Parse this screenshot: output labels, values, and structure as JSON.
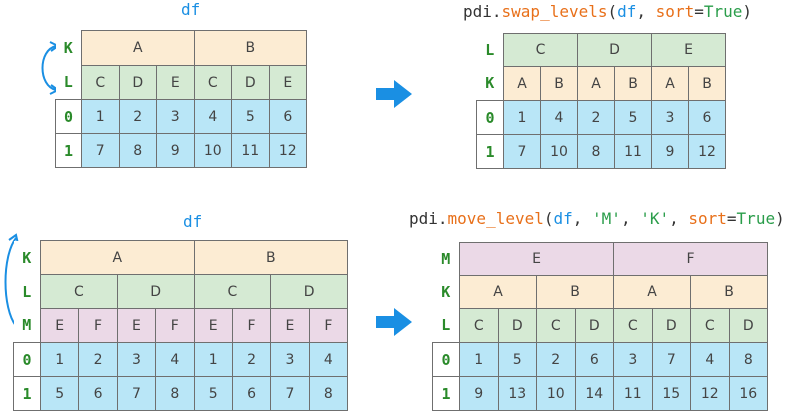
{
  "colors": {
    "header_orange": "#fcecd3",
    "header_green": "#d5ead3",
    "header_pink": "#ebd9e7",
    "data_blue": "#b9e6f7",
    "level_label_green": "#2a8a2a",
    "arrow_blue": "#1a8fe3",
    "code_blue": "#1a8fe3",
    "code_orange": "#e8701a",
    "code_green": "#2a9d4a"
  },
  "icons": {
    "top_swap_arrow": "curved-double-arrow-icon",
    "bottom_move_arrow": "curved-up-arrow-icon",
    "transform_arrow": "right-arrow-icon"
  },
  "top": {
    "left": {
      "caption": "df",
      "level_labels": [
        "K",
        "L"
      ],
      "header_rows": [
        [
          "A",
          "B"
        ],
        [
          "C",
          "D",
          "E",
          "C",
          "D",
          "E"
        ]
      ],
      "index": [
        "0",
        "1"
      ],
      "rows": [
        [
          "1",
          "2",
          "3",
          "4",
          "5",
          "6"
        ],
        [
          "7",
          "8",
          "9",
          "10",
          "11",
          "12"
        ]
      ]
    },
    "right": {
      "caption": {
        "prefix": "pdi.",
        "func": "swap_levels",
        "paren_open": "(",
        "arg_df": "df",
        "sep1": ", ",
        "kw": "sort",
        "eq": "=",
        "kw_val": "True",
        "paren_close": ")"
      },
      "level_labels": [
        "L",
        "K"
      ],
      "header_rows": [
        [
          "C",
          "D",
          "E"
        ],
        [
          "A",
          "B",
          "A",
          "B",
          "A",
          "B"
        ]
      ],
      "index": [
        "0",
        "1"
      ],
      "rows": [
        [
          "1",
          "4",
          "2",
          "5",
          "3",
          "6"
        ],
        [
          "7",
          "10",
          "8",
          "11",
          "9",
          "12"
        ]
      ]
    }
  },
  "bottom": {
    "left": {
      "caption": "df",
      "level_labels": [
        "K",
        "L",
        "M"
      ],
      "header_rows": [
        [
          "A",
          "B"
        ],
        [
          "C",
          "D",
          "C",
          "D"
        ],
        [
          "E",
          "F",
          "E",
          "F",
          "E",
          "F",
          "E",
          "F"
        ]
      ],
      "index": [
        "0",
        "1"
      ],
      "rows": [
        [
          "1",
          "2",
          "3",
          "4",
          "1",
          "2",
          "3",
          "4"
        ],
        [
          "5",
          "6",
          "7",
          "8",
          "5",
          "6",
          "7",
          "8"
        ]
      ]
    },
    "right": {
      "caption": {
        "prefix": "pdi.",
        "func": "move_level",
        "paren_open": "(",
        "arg_df": "df",
        "sep1": ", ",
        "arg2": "'M'",
        "sep2": ", ",
        "arg3": "'K'",
        "sep3": ", ",
        "kw": "sort",
        "eq": "=",
        "kw_val": "True",
        "paren_close": ")"
      },
      "level_labels": [
        "M",
        "K",
        "L"
      ],
      "header_rows": [
        [
          "E",
          "F"
        ],
        [
          "A",
          "B",
          "A",
          "B"
        ],
        [
          "C",
          "D",
          "C",
          "D",
          "C",
          "D",
          "C",
          "D"
        ]
      ],
      "index": [
        "0",
        "1"
      ],
      "rows": [
        [
          "1",
          "5",
          "2",
          "6",
          "3",
          "7",
          "4",
          "8"
        ],
        [
          "9",
          "13",
          "10",
          "14",
          "11",
          "15",
          "12",
          "16"
        ]
      ]
    }
  }
}
